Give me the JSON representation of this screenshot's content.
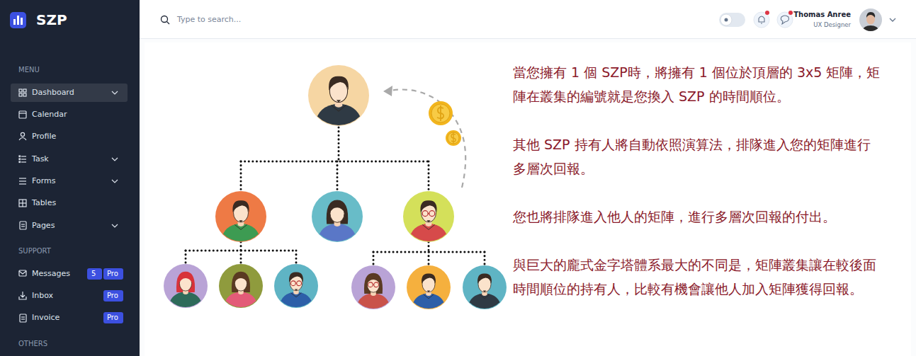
{
  "diagram": {
    "nodes": [
      {
        "text": [
          "Dashboard"
        ]
      },
      {
        "text": [
          "5"
        ]
      },
      {
        "text": [
          "Pro"
        ]
      },
      {
        "text": [
          "Pro"
        ]
      },
      {
        "text": [
          "Pro"
        ]
      }
    ],
    "labels": [
      "SZP",
      "MENU",
      "Calendar",
      "Profile",
      "Task",
      "Forms",
      "Tables",
      "Pages",
      "SUPPORT",
      "Messages",
      "Inbox",
      "Invoice",
      "OTHERS",
      "Type to search...",
      "Thomas Anree",
      "UX Designer",
      "當您擁有 1 個 SZP時，將擁有 1 個位於頂層的 3x5 矩陣，矩陣在叢集的編號就是您換入 SZP 的時間順位。",
      "其他 SZP 持有人將自動依照演算法，排隊進入您的矩陣進行多層次回報。",
      "您也將排隊進入他人的矩陣，進行多層次回報的付出。",
      "與巨大的龐式金字塔體系最大的不同是，矩陣叢集讓在較後面時間順位的持有人，比較有機會讓他人加入矩陣獲得回報。"
    ]
  }
}
